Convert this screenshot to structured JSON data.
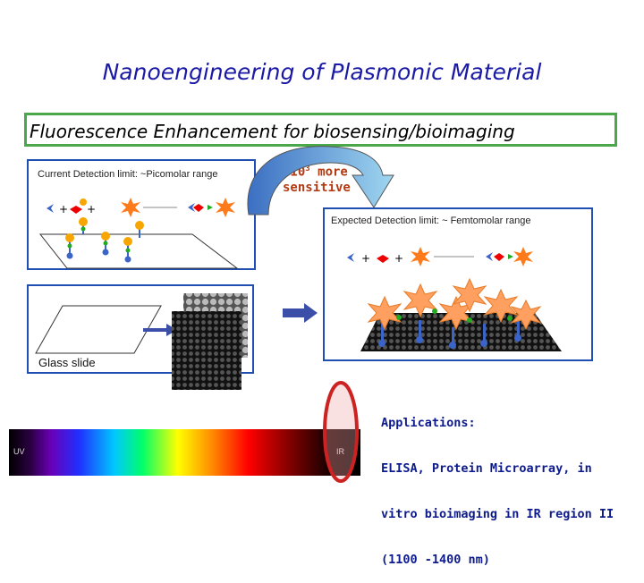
{
  "title": "Nanoengineering of Plasmonic Material",
  "subtitle": "Fluorescence Enhancement for biosensing/bioimaging",
  "current_limit": "Current Detection limit: ~Picomolar range",
  "sensitivity": {
    "line1": "~10",
    "superscript": "3",
    "line1_suffix": " more",
    "line2": "sensitive"
  },
  "expected_limit": "Expected Detection limit: ~ Femtomolar range",
  "glass_slide": "Glass slide",
  "applications": [
    "Applications:",
    "ELISA, Protein Microarray, in",
    "vitro bioimaging in IR region II",
    "(1100 -1400 nm)"
  ],
  "spectrum": {
    "uv_label": "UV",
    "ir_label": "IR"
  },
  "colors": {
    "title": "#1a1aa6",
    "border_green": "#4aa84a",
    "panel_blue": "#1f4fb2",
    "sensitivity_text": "#b23b13",
    "applications_text": "#0d1a8c",
    "ir_ellipse": "#cc2222"
  }
}
